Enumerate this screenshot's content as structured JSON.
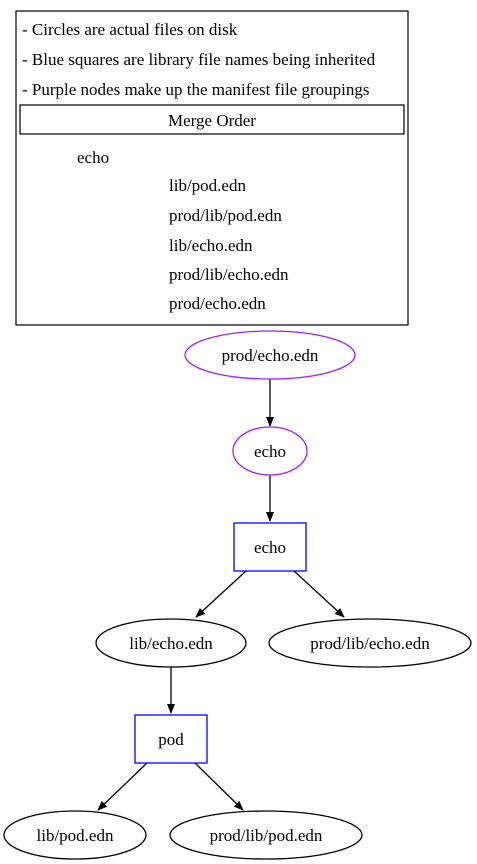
{
  "legend": {
    "notes": [
      "- Circles are actual files on disk",
      "- Blue squares are library file names being inherited",
      "- Purple nodes make up the manifest file groupings"
    ],
    "merge_order_title": "Merge Order",
    "group_name": "echo",
    "files": [
      "lib/pod.edn",
      "prod/lib/pod.edn",
      "lib/echo.edn",
      "prod/lib/echo.edn",
      "prod/echo.edn"
    ]
  },
  "graph": {
    "nodes": {
      "manifest_file": "prod/echo.edn",
      "manifest_group": "echo",
      "library_echo": "echo",
      "file_lib_echo": "lib/echo.edn",
      "file_prod_lib_echo": "prod/lib/echo.edn",
      "library_pod": "pod",
      "file_lib_pod": "lib/pod.edn",
      "file_prod_lib_pod": "prod/lib/pod.edn"
    },
    "colors": {
      "manifest": "#a020f0",
      "library": "#0000ff",
      "file": "#000000"
    }
  }
}
